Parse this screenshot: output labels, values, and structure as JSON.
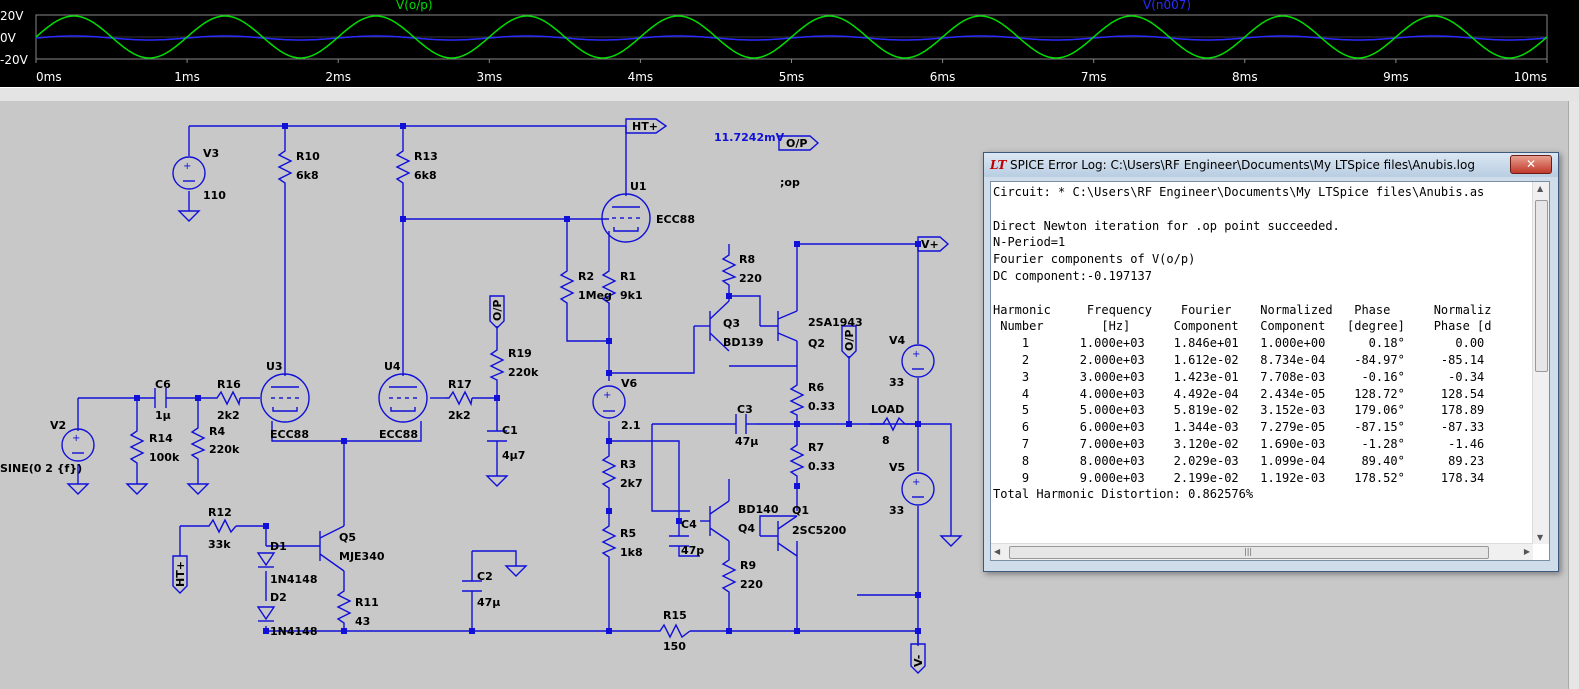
{
  "waveform": {
    "y_ticks": [
      "20V",
      "0V",
      "-20V"
    ],
    "x_ticks": [
      "0ms",
      "1ms",
      "2ms",
      "3ms",
      "4ms",
      "5ms",
      "6ms",
      "7ms",
      "8ms",
      "9ms",
      "10ms"
    ],
    "trace1_name": "V(o/p)",
    "trace1_color": "#00dd00",
    "trace2_name": "V(n007)",
    "trace2_color": "#2b2bff"
  },
  "schematic": {
    "measurement": "11.7242mV",
    "op_directive": ";op",
    "net_labels": {
      "ht_plus_top": "HT+",
      "op_top": "O/P",
      "v_plus": "V+",
      "op_r19": "O/P",
      "op_q2": "O/P",
      "ht_plus_left": "HT+",
      "v_minus": "V-"
    },
    "components": {
      "V3": {
        "name": "V3",
        "value": "110"
      },
      "R10": {
        "name": "R10",
        "value": "6k8"
      },
      "R13": {
        "name": "R13",
        "value": "6k8"
      },
      "U1": {
        "name": "U1",
        "value": "ECC88"
      },
      "R2": {
        "name": "R2",
        "value": "1Meg"
      },
      "R1": {
        "name": "R1",
        "value": "9k1"
      },
      "R8": {
        "name": "R8",
        "value": "220"
      },
      "Q3": {
        "name": "Q3",
        "value": "BD139"
      },
      "Q2": {
        "name": "Q2",
        "value": "2SA1943"
      },
      "R19": {
        "name": "R19",
        "value": "220k"
      },
      "C1": {
        "name": "C1",
        "value": "4µ7"
      },
      "C6": {
        "name": "C6",
        "value": "1µ"
      },
      "R16": {
        "name": "R16",
        "value": "2k2"
      },
      "U3": {
        "name": "U3",
        "value": "ECC88"
      },
      "U4": {
        "name": "U4",
        "value": "ECC88"
      },
      "R17": {
        "name": "R17",
        "value": "2k2"
      },
      "V6": {
        "name": "V6",
        "value": "2.1"
      },
      "R6": {
        "name": "R6",
        "value": "0.33"
      },
      "C3": {
        "name": "C3",
        "value": "47µ"
      },
      "LOAD": {
        "name": "LOAD",
        "value": "8"
      },
      "V4": {
        "name": "V4",
        "value": "33"
      },
      "V2": {
        "name": "V2",
        "value": "SINE(0 2 {f})"
      },
      "R14": {
        "name": "R14",
        "value": "100k"
      },
      "R4": {
        "name": "R4",
        "value": "220k"
      },
      "R7": {
        "name": "R7",
        "value": "0.33"
      },
      "R3": {
        "name": "R3",
        "value": "2k7"
      },
      "V5": {
        "name": "V5",
        "value": "33"
      },
      "R12": {
        "name": "R12",
        "value": "33k"
      },
      "D1": {
        "name": "D1",
        "value": "1N4148"
      },
      "Q5": {
        "name": "Q5",
        "value": "MJE340"
      },
      "C4": {
        "name": "C4",
        "value": "47p"
      },
      "Q4": {
        "name": "Q4",
        "value": "BD140"
      },
      "Q1": {
        "name": "Q1",
        "value": "2SC5200"
      },
      "R5": {
        "name": "R5",
        "value": "1k8"
      },
      "C2": {
        "name": "C2",
        "value": "47µ"
      },
      "R9": {
        "name": "R9",
        "value": "220"
      },
      "D2": {
        "name": "D2",
        "value": "1N4148"
      },
      "R11": {
        "name": "R11",
        "value": "43"
      },
      "R15": {
        "name": "R15",
        "value": "150"
      }
    }
  },
  "log_window": {
    "title": "SPICE Error Log: C:\\Users\\RF Engineer\\Documents\\My LTSpice files\\Anubis.log",
    "close_label": "✕",
    "lines": [
      "Circuit: * C:\\Users\\RF Engineer\\Documents\\My LTSpice files\\Anubis.as",
      "",
      "Direct Newton iteration for .op point succeeded.",
      "N-Period=1",
      "Fourier components of V(o/p)",
      "DC component:-0.197137",
      "",
      "Harmonic     Frequency    Fourier    Normalized   Phase      Normaliz",
      " Number        [Hz]      Component   Component   [degree]    Phase [d",
      "    1       1.000e+03    1.846e+01   1.000e+00      0.18°       0.00",
      "    2       2.000e+03    1.612e-02   8.734e-04    -84.97°     -85.14",
      "    3       3.000e+03    1.423e-01   7.708e-03     -0.16°      -0.34",
      "    4       4.000e+03    4.492e-04   2.434e-05    128.72°     128.54",
      "    5       5.000e+03    5.819e-02   3.152e-03    179.06°     178.89",
      "    6       6.000e+03    1.344e-03   7.279e-05    -87.15°     -87.33",
      "    7       7.000e+03    3.120e-02   1.690e-03     -1.28°      -1.46",
      "    8       8.000e+03    2.029e-03   1.099e-04     89.40°      89.23",
      "    9       9.000e+03    2.199e-02   1.192e-03    178.52°     178.34",
      "Total Harmonic Distortion: 0.862576%"
    ]
  }
}
